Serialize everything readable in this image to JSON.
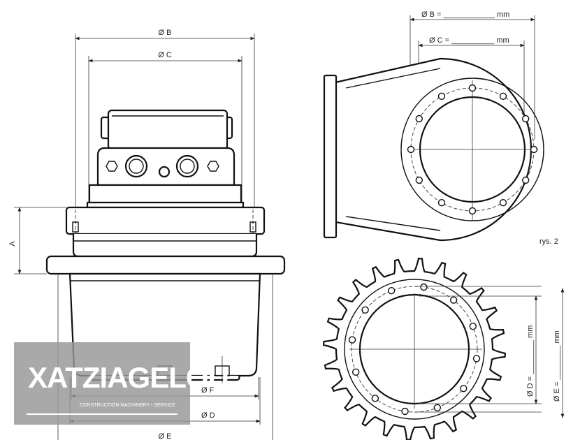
{
  "left_view": {
    "dim_b": "Ø B",
    "dim_c": "Ø C",
    "dim_a": "A",
    "dim_f": "Ø F",
    "dim_d": "Ø D",
    "dim_e": "Ø E"
  },
  "right_view": {
    "dim_b": "Ø B = ____________ mm",
    "dim_c": "Ø C = __________ mm",
    "figure_label": "rys. 2"
  },
  "sprocket_view": {
    "dim_d": "Ø D = ________ mm",
    "dim_e": "Ø E = ________ mm"
  },
  "watermark": {
    "brand": "XATZIAGELOU",
    "tagline": "CONSTRUCTION MACHINERY • SERVICE"
  }
}
